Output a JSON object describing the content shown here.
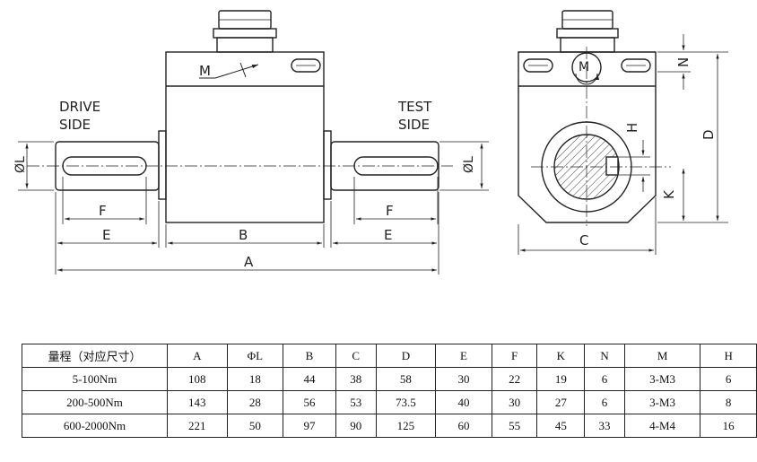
{
  "drawing": {
    "front_view": {
      "drive_label_line1": "DRIVE",
      "drive_label_line2": "SIDE",
      "test_label_line1": "TEST",
      "test_label_line2": "SIDE",
      "motor_mark": "M",
      "dim_phiL_left": "ØL",
      "dim_phiL_right": "ØL",
      "dim_F_left": "F",
      "dim_E_left": "E",
      "dim_B": "B",
      "dim_F_right": "F",
      "dim_E_right": "E",
      "dim_A": "A"
    },
    "side_view": {
      "motor_mark": "M",
      "dim_N": "N",
      "dim_D": "D",
      "dim_H": "H",
      "dim_K": "K",
      "dim_C": "C"
    }
  },
  "table": {
    "headers": [
      "量程（对应尺寸）",
      "A",
      "ΦL",
      "B",
      "C",
      "D",
      "E",
      "F",
      "K",
      "N",
      "M",
      "H"
    ],
    "rows": [
      [
        "5-100Nm",
        "108",
        "18",
        "44",
        "38",
        "58",
        "30",
        "22",
        "19",
        "6",
        "3-M3",
        "6"
      ],
      [
        "200-500Nm",
        "143",
        "28",
        "56",
        "53",
        "73.5",
        "40",
        "30",
        "27",
        "6",
        "3-M3",
        "8"
      ],
      [
        "600-2000Nm",
        "221",
        "50",
        "97",
        "90",
        "125",
        "60",
        "55",
        "45",
        "33",
        "4-M4",
        "16"
      ]
    ]
  }
}
